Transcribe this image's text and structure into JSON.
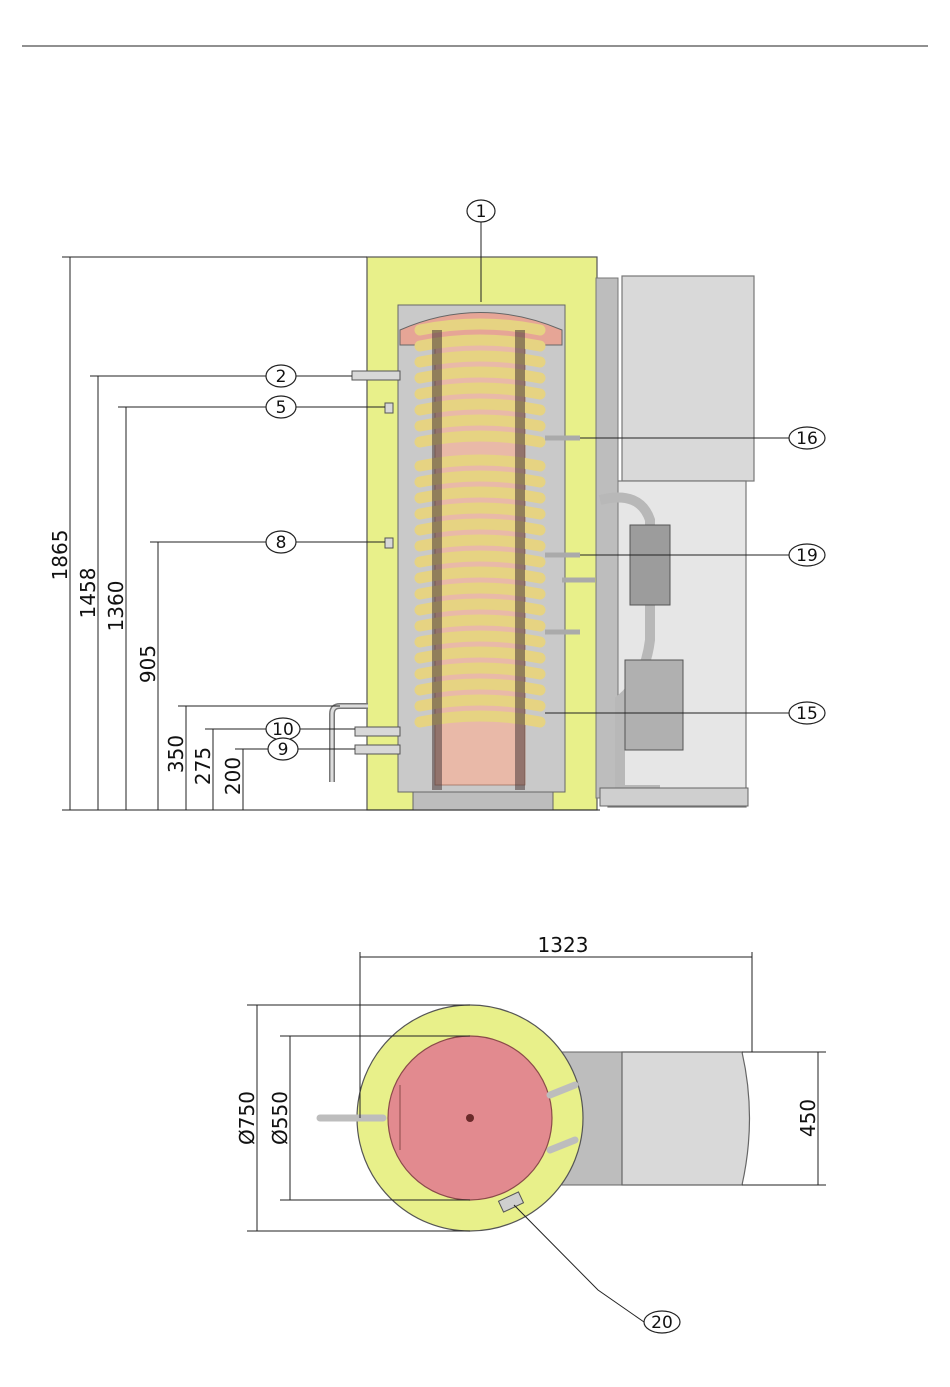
{
  "side_view": {
    "dimensions": {
      "total_height": "1865",
      "conn_2_height": "1458",
      "conn_5_height": "1360",
      "conn_8_height": "905",
      "conn_350": "350",
      "conn_10_height": "275",
      "conn_9_height": "200"
    },
    "callouts": [
      "1",
      "2",
      "5",
      "8",
      "10",
      "9",
      "16",
      "19",
      "15"
    ]
  },
  "top_view": {
    "dimensions": {
      "total_width": "1323",
      "outer_diameter": "Ø750",
      "inner_diameter": "Ø550",
      "unit_depth": "450"
    },
    "callouts": [
      "20"
    ]
  },
  "colors": {
    "insulation": "#e8f08a",
    "tank_copper": "#e9b9a8",
    "coil": "#f3e3a0",
    "unit_grey": "#d9d9d9",
    "top_tank": "#e28a8f"
  }
}
